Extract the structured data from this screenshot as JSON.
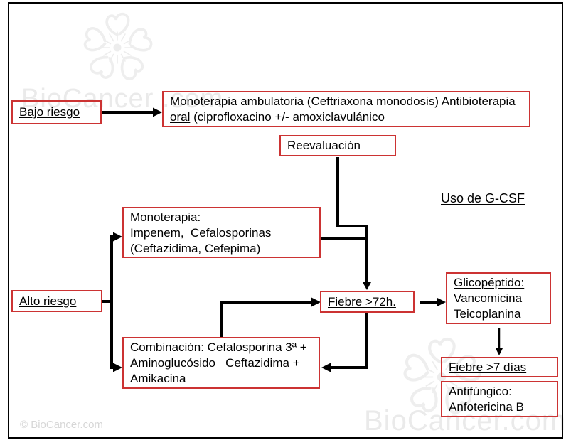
{
  "colors": {
    "box_border": "#cc3333",
    "arrow": "#000000",
    "watermark": "#eaeaea",
    "background": "#ffffff"
  },
  "watermarks": {
    "top_text": "BioCancer .com",
    "bottom_text": "BioCancer.com",
    "copyright": "© BioCancer.com"
  },
  "nodes": {
    "bajo_riesgo": {
      "label": "Bajo riesgo"
    },
    "mono_ambulatoria": {
      "seg_u1": "Monoterapia ambulatoria",
      "seg_p1": " (Ceftriaxona monodosis) ",
      "seg_u2": "Antibioterapia",
      "seg_u3": "oral",
      "seg_p2": " (ciprofloxacino +/- amoxiclavulánico"
    },
    "reevaluacion": {
      "label": "Reevaluación"
    },
    "uso_gcsf": {
      "label": "Uso de G-CSF"
    },
    "monoterapia": {
      "title": "Monoterapia:",
      "line2": "Impenem,  Cefalosporinas",
      "line3": "(Ceftazidima, Cefepima)"
    },
    "alto_riesgo": {
      "label": "Alto riesgo"
    },
    "fiebre_72h": {
      "label": "Fiebre >72h."
    },
    "glicopeptido": {
      "title": "Glicopéptido:",
      "line2": "Vancomicina",
      "line3": "Teicoplanina"
    },
    "combinacion": {
      "title": "Combinación:",
      "rest1": " Cefalosporina 3ª +",
      "line2": "Aminoglucósido   Ceftazidima +",
      "line3": "Amikacina"
    },
    "fiebre_7dias": {
      "label": "Fiebre >7 días"
    },
    "antifungico": {
      "title": "Antifúngico:",
      "line2": "Anfotericina B"
    }
  }
}
